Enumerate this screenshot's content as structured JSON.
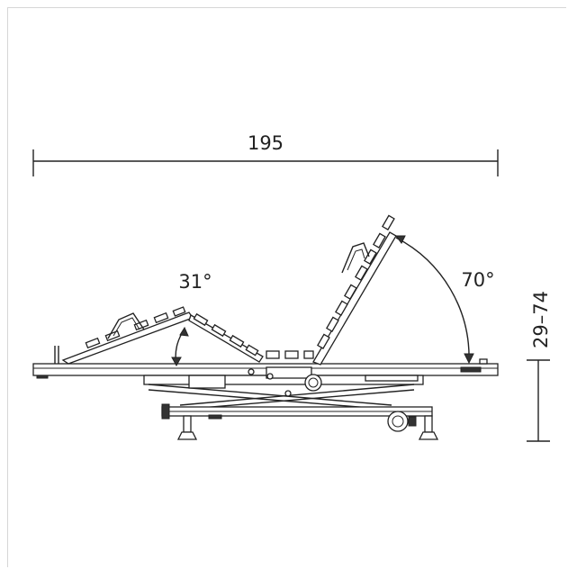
{
  "dimensions": {
    "length": "195",
    "height": "29–74",
    "head_angle": "70°",
    "leg_angle": "31°"
  }
}
